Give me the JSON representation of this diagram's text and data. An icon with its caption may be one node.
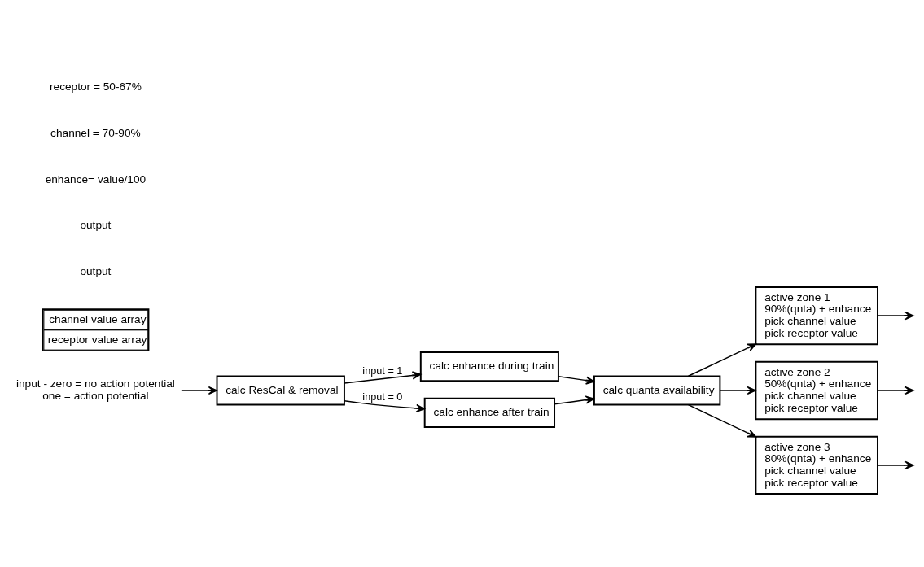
{
  "diagram": {
    "nodes": [
      {
        "text": [
          "calc enhance during train"
        ]
      },
      {
        "text": [
          "calc quanta availability"
        ]
      },
      {
        "text": [
          "active zone 1",
          "90%(qnta) + enhance",
          "pick channel value",
          "pick receptor value"
        ]
      },
      {
        "text": [
          "calc enhance after train"
        ]
      },
      {
        "text": [
          "active zone 2",
          "50%(qnta) + enhance",
          "pick channel value",
          "pick receptor value"
        ]
      },
      {
        "text": [
          "calc ResCal & removal"
        ]
      },
      {
        "text": [
          "active zone 3",
          "80%(qnta) + enhance",
          "pick channel value",
          "pick receptor value"
        ]
      },
      {
        "text": [
          "channel value array",
          "receptor value array"
        ]
      },
      {
        "text": [
          "input - zero = no action potential",
          "one = action potential"
        ]
      }
    ],
    "edges": [
      {
        "from": 0,
        "to": 1,
        "arrow": "to"
      },
      {
        "from": 3,
        "to": 1,
        "arrow": "to"
      },
      {
        "from": 1,
        "to": 2,
        "arrow": "to"
      },
      {
        "from": 1,
        "to": 4,
        "arrow": "to"
      },
      {
        "from": 1,
        "to": 6,
        "arrow": "to"
      },
      {
        "from": 5,
        "to": 0,
        "arrow": "to",
        "label": "input = 1"
      },
      {
        "from": 5,
        "to": 3,
        "arrow": "to",
        "label": "input = 0"
      },
      {
        "from": 8,
        "to": 5,
        "arrow": "to"
      },
      {
        "from": 2,
        "to": null,
        "arrow": "to"
      },
      {
        "from": 4,
        "to": null,
        "arrow": "to"
      },
      {
        "from": 6,
        "to": null,
        "arrow": "to"
      }
    ],
    "labels": [
      "output",
      "output",
      "enhance= value/100",
      "channel = 70-90%",
      "receptor = 50-67%"
    ]
  }
}
